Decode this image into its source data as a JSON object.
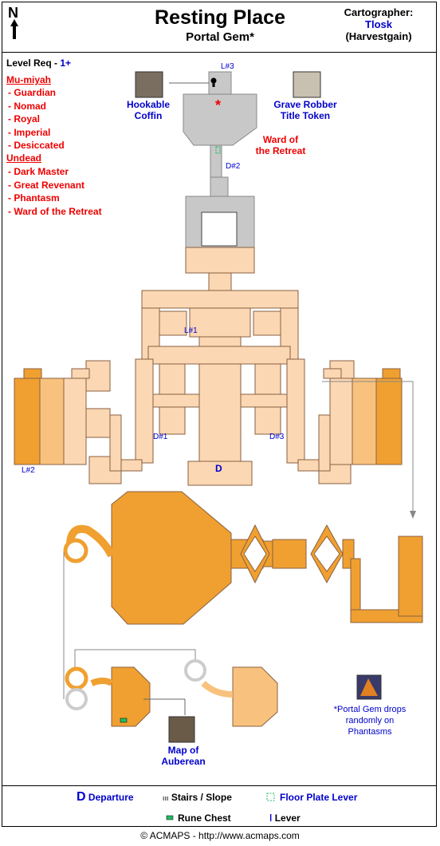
{
  "header": {
    "title": "Resting Place",
    "subtitle": "Portal Gem*",
    "north_label": "N",
    "cartographer_label": "Cartographer:",
    "cartographer_name": "Tlosk",
    "cartographer_server": "(Harvestgain)"
  },
  "info": {
    "level_req_label": "Level Req -",
    "level_req_value": "1+",
    "group1_title": "Mu-miyah",
    "group1_items": [
      "- Guardian",
      "- Nomad",
      "- Royal",
      "- Imperial",
      "- Desiccated"
    ],
    "group2_title": "Undead",
    "group2_items": [
      "- Dark Master",
      "- Great Revenant",
      "- Phantasm",
      "- Ward of the Retreat"
    ]
  },
  "labels": {
    "hookable_coffin": [
      "Hookable",
      "Coffin"
    ],
    "grave_robber": [
      "Grave Robber",
      "Title Token"
    ],
    "ward": [
      "Ward of",
      "the Retreat"
    ],
    "map_of": [
      "Map of",
      "Auberean"
    ],
    "portal_note": [
      "*Portal Gem drops",
      "randomly on",
      "Phantasms"
    ],
    "l1": "L#1",
    "l2": "L#2",
    "l3": "L#3",
    "d1": "D#1",
    "d2": "D#2",
    "d3": "D#3",
    "departure": "D",
    "star": "*"
  },
  "legend": {
    "departure_glyph": "D",
    "departure": "Departure",
    "stairs_glyph": "ııı",
    "stairs": "Stairs / Slope",
    "floor_plate": "Floor Plate Lever",
    "rune_chest": "Rune Chest",
    "lever": "Lever"
  },
  "footer": "© ACMAPS - http://www.acmaps.com",
  "colors": {
    "light_room": "#fbd7b4",
    "mid_room": "#f8c27e",
    "dark_room": "#f0a030",
    "gray_room": "#c8c8c8",
    "label_red": "#ee0000",
    "label_blue": "#0000cc"
  }
}
